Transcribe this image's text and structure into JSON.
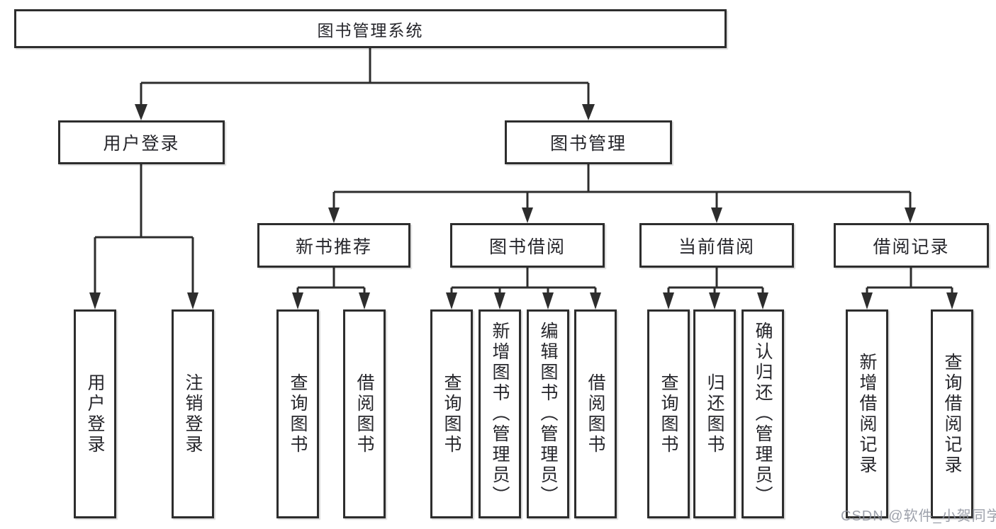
{
  "diagram": {
    "root": "图书管理系统",
    "branches": [
      {
        "label": "用户登录",
        "children": [
          "用户登录",
          "注销登录"
        ]
      },
      {
        "label": "图书管理",
        "modules": [
          {
            "label": "新书推荐",
            "children": [
              "查询图书",
              "借阅图书"
            ]
          },
          {
            "label": "图书借阅",
            "children": [
              "查询图书",
              "新增图书（管理员）",
              "编辑图书（管理员）",
              "借阅图书"
            ]
          },
          {
            "label": "当前借阅",
            "children": [
              "查询图书",
              "归还图书",
              "确认归还（管理员）"
            ]
          },
          {
            "label": "借阅记录",
            "children": [
              "新增借阅记录",
              "查询借阅记录"
            ]
          }
        ]
      }
    ]
  },
  "watermark": {
    "text": "CSDN @软件_小贺同学",
    "color": "#8c909c"
  },
  "colors": {
    "line": "#2d2d2d",
    "box_border": "#2d2d2d",
    "text": "#26262b",
    "background": "#ffffff"
  }
}
